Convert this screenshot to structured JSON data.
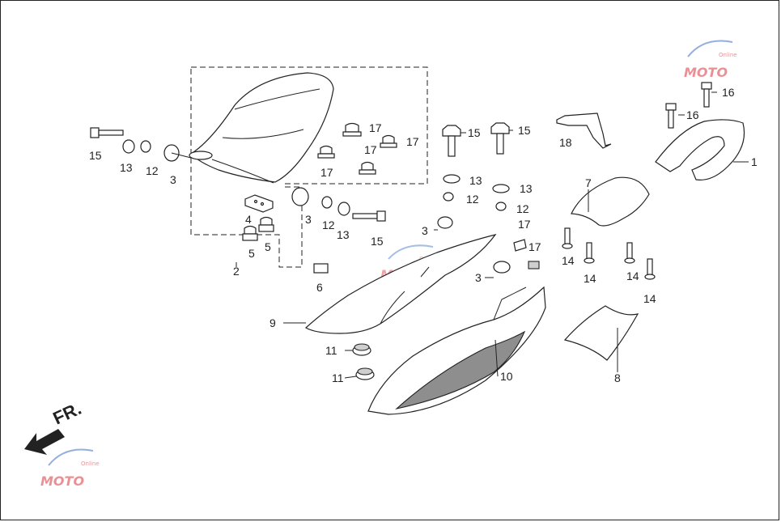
{
  "diagram": {
    "direction_label": "FR.",
    "watermark_text": "MOTO",
    "watermark_subtext": "Online",
    "callouts": {
      "c1": "1",
      "c2": "2",
      "c3a": "3",
      "c3b": "3",
      "c3c": "3",
      "c3d": "3",
      "c4": "4",
      "c5a": "5",
      "c5b": "5",
      "c6": "6",
      "c7": "7",
      "c8": "8",
      "c9": "9",
      "c10": "10",
      "c11a": "11",
      "c11b": "11",
      "c12a": "12",
      "c12b": "12",
      "c12c": "12",
      "c12d": "12",
      "c13a": "13",
      "c13b": "13",
      "c13c": "13",
      "c13d": "13",
      "c14a": "14",
      "c14b": "14",
      "c14c": "14",
      "c14d": "14",
      "c15a": "15",
      "c15b": "15",
      "c15c": "15",
      "c15d": "15",
      "c16a": "16",
      "c16b": "16",
      "c17a": "17",
      "c17b": "17",
      "c17c": "17",
      "c17d": "17",
      "c17e": "17",
      "c18": "18"
    },
    "colors": {
      "line": "#222222",
      "fill": "#ffffff",
      "shade": "#cfcfcf",
      "accent_red": "#d9363e",
      "accent_blue": "#3b6fc4"
    }
  }
}
